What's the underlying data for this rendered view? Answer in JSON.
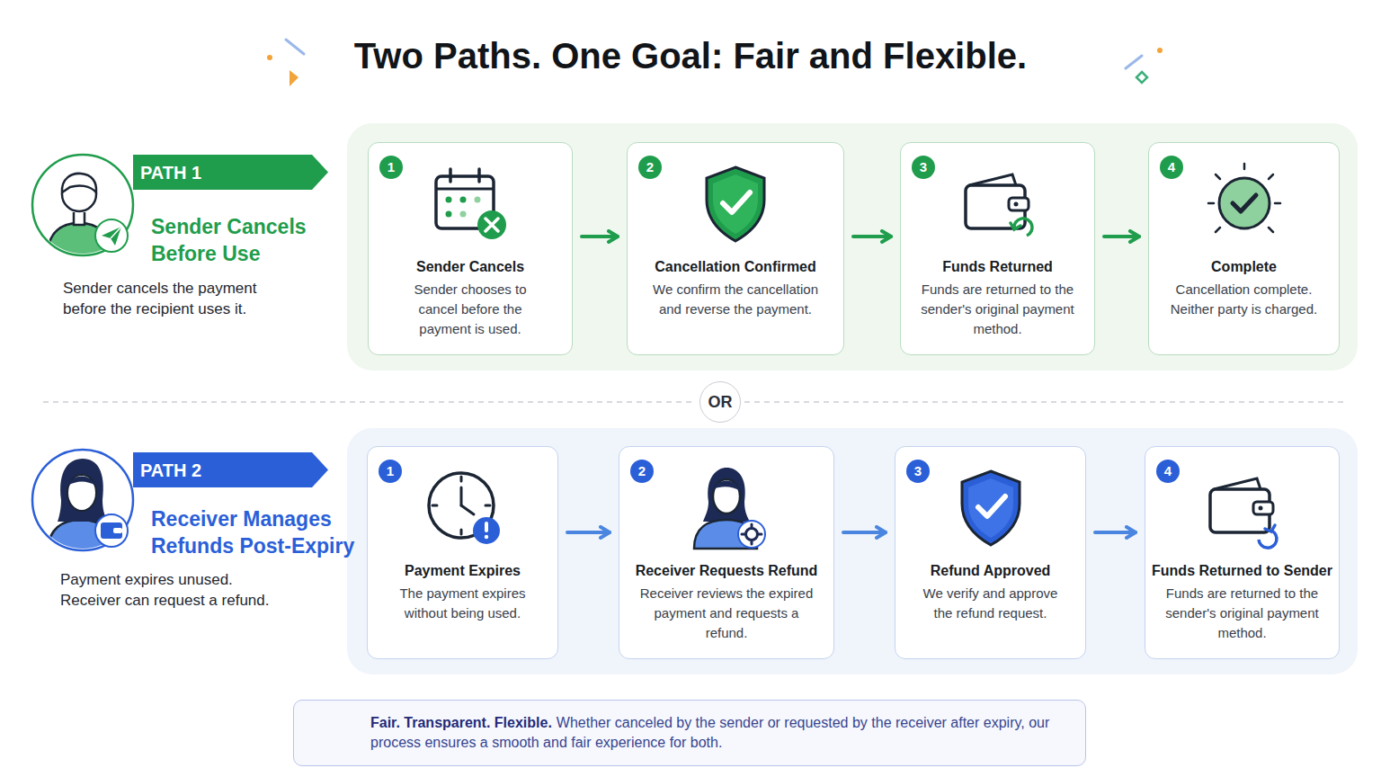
{
  "diagram": {
    "title": "Two Paths. One Goal: Fair and Flexible.",
    "nodes": [
      {
        "text": [
          "PATH 1"
        ]
      },
      {
        "text": [
          "Sender Cancels",
          "Sender chooses to cancel before the payment is used."
        ]
      },
      {
        "text": [
          "1"
        ],
        "in": 1
      },
      {
        "text": [
          "Cancellation Confirmed",
          "We confirm the cancellation and reverse the payment."
        ]
      },
      {
        "text": [
          "2"
        ],
        "in": 3
      },
      {
        "text": [
          "Funds Returned",
          "Funds are returned to the sender's original payment method."
        ]
      },
      {
        "text": [
          "3"
        ],
        "in": 5
      },
      {
        "text": [
          "Complete",
          "Cancellation complete. Neither party is charged."
        ]
      },
      {
        "text": [
          "4"
        ],
        "in": 7
      },
      {
        "text": [
          "OR"
        ]
      },
      {
        "text": [
          "PATH 2"
        ]
      },
      {
        "text": [
          "Payment Expires",
          "The payment expires without being used."
        ]
      },
      {
        "text": [
          "1"
        ],
        "in": 11
      },
      {
        "text": [
          "Receiver Requests Refund",
          "Receiver reviews the expired payment and requests a refund."
        ]
      },
      {
        "text": [
          "2"
        ],
        "in": 13
      },
      {
        "text": [
          "Refund Approved",
          "We verify and approve the refund request."
        ]
      },
      {
        "text": [
          "3"
        ],
        "in": 15
      },
      {
        "text": [
          "Funds Returned to Sender",
          "Funds are returned to the sender's original payment method."
        ]
      },
      {
        "text": [
          "4"
        ],
        "in": 17
      },
      {
        "text": [
          "Fair. Transparent. Flexible.",
          "Whether canceled by the sender or requested by the receiver after expiry, our process ensures a smooth and fair experience for both."
        ]
      }
    ],
    "edges": [
      {
        "from": 1,
        "to": 3,
        "arrow": "to"
      },
      {
        "from": 3,
        "to": 5,
        "arrow": "to"
      },
      {
        "from": 5,
        "to": 7,
        "arrow": "to"
      },
      {
        "from": 11,
        "to": 13,
        "arrow": "to"
      },
      {
        "from": 13,
        "to": 15,
        "arrow": "to"
      },
      {
        "from": 15,
        "to": 17,
        "arrow": "to"
      }
    ],
    "labels": [
      "Sender Cancels Before Use",
      "Sender cancels the payment before the recipient uses it.",
      "Receiver Manages Refunds Post-Expiry",
      "Payment expires unused. Receiver can request a refund."
    ]
  }
}
